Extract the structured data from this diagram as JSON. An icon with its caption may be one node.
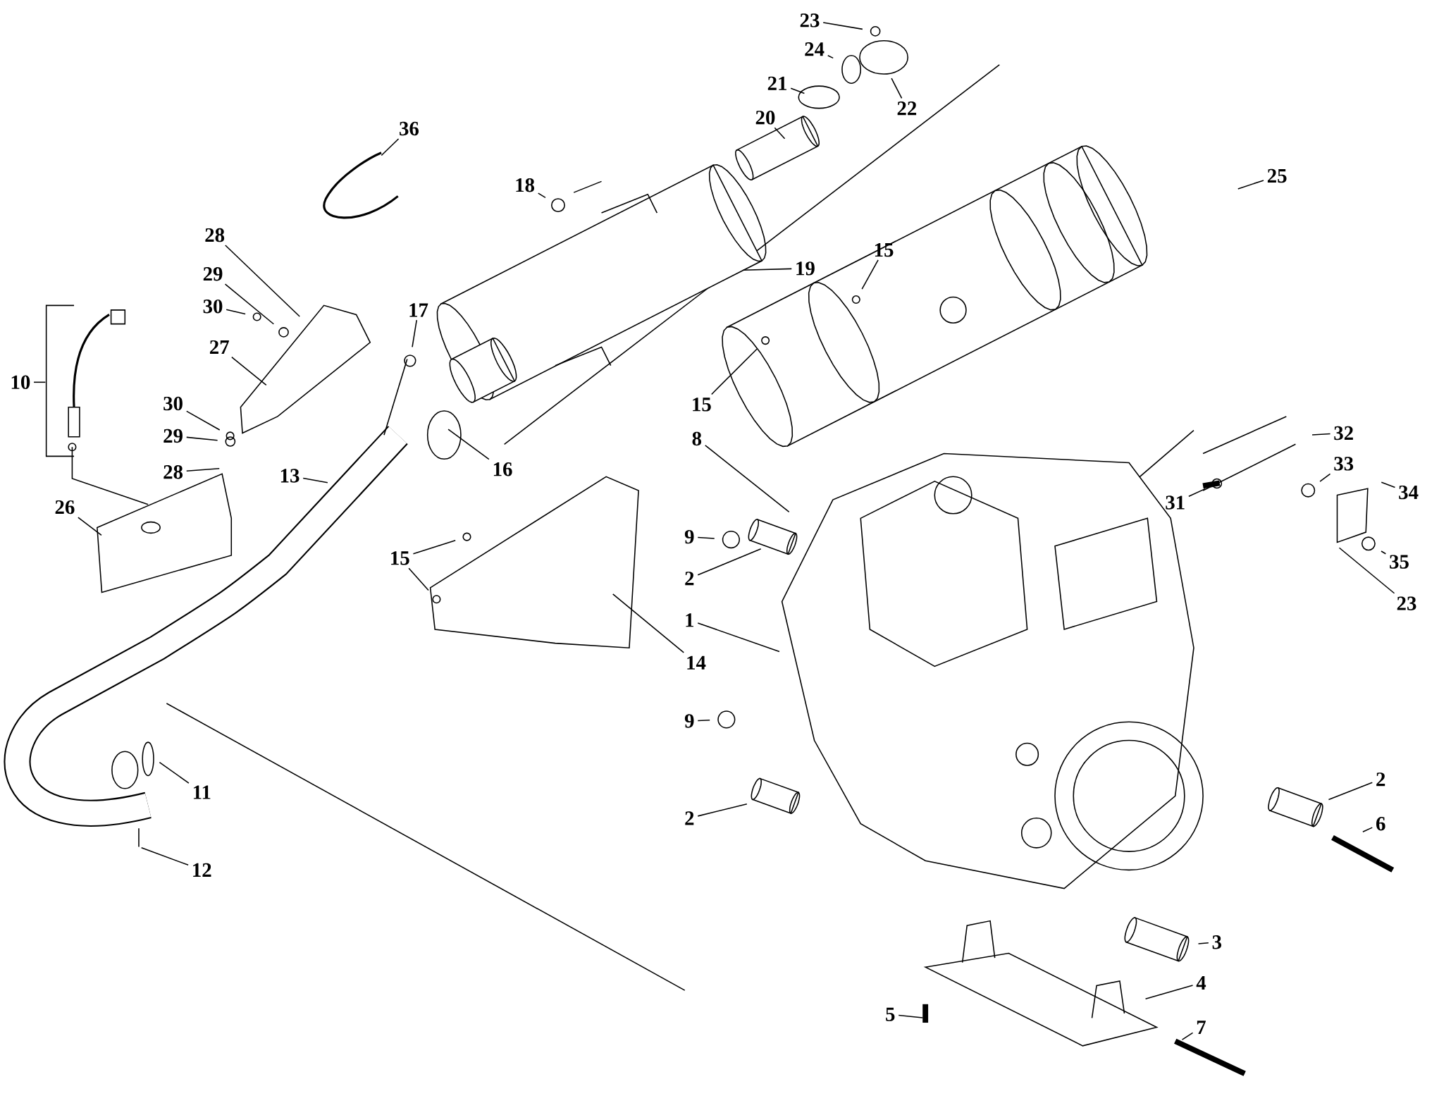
{
  "diagram": {
    "nodes": [
      {
        "text": [
          "23"
        ]
      },
      {
        "text": [
          "24"
        ]
      },
      {
        "text": [
          "21"
        ]
      },
      {
        "text": [
          "22"
        ]
      },
      {
        "text": [
          "20"
        ]
      },
      {
        "text": [
          "36"
        ]
      },
      {
        "text": [
          "25"
        ]
      },
      {
        "text": [
          "18"
        ]
      },
      {
        "text": [
          "28"
        ]
      },
      {
        "text": [
          "15"
        ]
      },
      {
        "text": [
          "19"
        ]
      },
      {
        "text": [
          "29"
        ]
      },
      {
        "text": [
          "30"
        ]
      },
      {
        "text": [
          "17"
        ]
      },
      {
        "text": [
          "27"
        ]
      },
      {
        "text": [
          "10"
        ]
      },
      {
        "text": [
          "30"
        ]
      },
      {
        "text": [
          "15"
        ]
      },
      {
        "text": [
          "29"
        ]
      },
      {
        "text": [
          "8"
        ]
      },
      {
        "text": [
          "31"
        ]
      },
      {
        "text": [
          "32"
        ]
      },
      {
        "text": [
          "33"
        ]
      },
      {
        "text": [
          "16"
        ]
      },
      {
        "text": [
          "28"
        ]
      },
      {
        "text": [
          "13"
        ]
      },
      {
        "text": [
          "34"
        ]
      },
      {
        "text": [
          "26"
        ]
      },
      {
        "text": [
          "9"
        ]
      },
      {
        "text": [
          "15"
        ]
      },
      {
        "text": [
          "35"
        ]
      },
      {
        "text": [
          "2"
        ]
      },
      {
        "text": [
          "23"
        ]
      },
      {
        "text": [
          "1"
        ]
      },
      {
        "text": [
          "14"
        ]
      },
      {
        "text": [
          "9"
        ]
      },
      {
        "text": [
          "2"
        ]
      },
      {
        "text": [
          "11"
        ]
      },
      {
        "text": [
          "2"
        ]
      },
      {
        "text": [
          "6"
        ]
      },
      {
        "text": [
          "12"
        ]
      },
      {
        "text": [
          "3"
        ]
      },
      {
        "text": [
          "4"
        ]
      },
      {
        "text": [
          "5"
        ]
      },
      {
        "text": [
          "7"
        ]
      }
    ],
    "edges": [
      {
        "from": 0,
        "to": null,
        "arrow": "none"
      },
      {
        "from": 1,
        "to": null,
        "arrow": "none"
      },
      {
        "from": 2,
        "to": null,
        "arrow": "none"
      },
      {
        "from": 3,
        "to": null,
        "arrow": "none"
      },
      {
        "from": 4,
        "to": null,
        "arrow": "none"
      },
      {
        "from": 5,
        "to": null,
        "arrow": "none"
      },
      {
        "from": 6,
        "to": null,
        "arrow": "none"
      },
      {
        "from": 7,
        "to": null,
        "arrow": "none"
      },
      {
        "from": 8,
        "to": null,
        "arrow": "none"
      },
      {
        "from": 9,
        "to": null,
        "arrow": "none"
      },
      {
        "from": 10,
        "to": null,
        "arrow": "none"
      },
      {
        "from": 11,
        "to": null,
        "arrow": "none"
      },
      {
        "from": 12,
        "to": null,
        "arrow": "none"
      },
      {
        "from": 13,
        "to": null,
        "arrow": "none"
      },
      {
        "from": 14,
        "to": null,
        "arrow": "none"
      },
      {
        "from": 15,
        "to": null,
        "arrow": "none"
      },
      {
        "from": 16,
        "to": null,
        "arrow": "none"
      },
      {
        "from": 17,
        "to": null,
        "arrow": "none"
      },
      {
        "from": 18,
        "to": null,
        "arrow": "none"
      },
      {
        "from": 19,
        "to": null,
        "arrow": "none"
      },
      {
        "from": 20,
        "to": null,
        "arrow": "none"
      },
      {
        "from": 21,
        "to": null,
        "arrow": "none"
      },
      {
        "from": 22,
        "to": null,
        "arrow": "none"
      },
      {
        "from": 23,
        "to": null,
        "arrow": "none"
      },
      {
        "from": 24,
        "to": null,
        "arrow": "none"
      },
      {
        "from": 25,
        "to": null,
        "arrow": "none"
      },
      {
        "from": 26,
        "to": null,
        "arrow": "none"
      },
      {
        "from": 27,
        "to": null,
        "arrow": "none"
      },
      {
        "from": 28,
        "to": null,
        "arrow": "none"
      },
      {
        "from": 29,
        "to": null,
        "arrow": "none"
      },
      {
        "from": 29,
        "to": null,
        "arrow": "none"
      },
      {
        "from": 30,
        "to": null,
        "arrow": "none"
      },
      {
        "from": 31,
        "to": null,
        "arrow": "none"
      },
      {
        "from": 32,
        "to": null,
        "arrow": "none"
      },
      {
        "from": 33,
        "to": null,
        "arrow": "none"
      },
      {
        "from": 34,
        "to": null,
        "arrow": "none"
      },
      {
        "from": 35,
        "to": null,
        "arrow": "none"
      },
      {
        "from": 36,
        "to": null,
        "arrow": "none"
      },
      {
        "from": 37,
        "to": null,
        "arrow": "none"
      },
      {
        "from": 38,
        "to": null,
        "arrow": "none"
      },
      {
        "from": 39,
        "to": null,
        "arrow": "none"
      },
      {
        "from": 40,
        "to": null,
        "arrow": "none"
      },
      {
        "from": 41,
        "to": null,
        "arrow": "none"
      },
      {
        "from": 42,
        "to": null,
        "arrow": "none"
      },
      {
        "from": 43,
        "to": null,
        "arrow": "none"
      },
      {
        "from": 44,
        "to": null,
        "arrow": "none"
      }
    ]
  }
}
